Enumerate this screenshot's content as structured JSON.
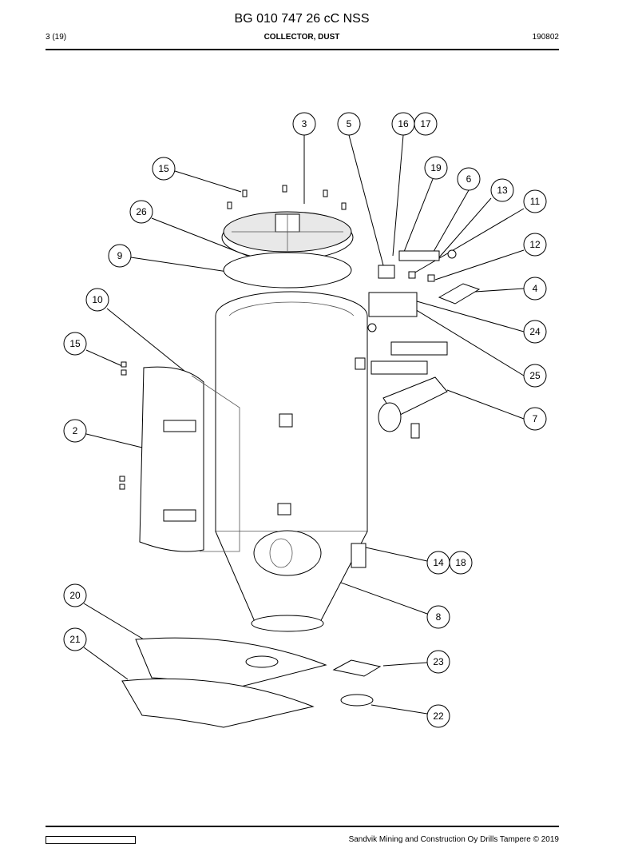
{
  "header": {
    "title": "BG 010 747 26 cC NSS",
    "page": "3 (19)",
    "section": "COLLECTOR, DUST",
    "code": "190802"
  },
  "footer": {
    "text": "Sandvik Mining and Construction Oy Drills Tampere © 2019"
  },
  "callouts": [
    "3",
    "5",
    "16",
    "17",
    "15",
    "19",
    "6",
    "13",
    "11",
    "26",
    "12",
    "9",
    "4",
    "10",
    "24",
    "15",
    "25",
    "7",
    "2",
    "14",
    "18",
    "20",
    "8",
    "21",
    "23",
    "22"
  ]
}
